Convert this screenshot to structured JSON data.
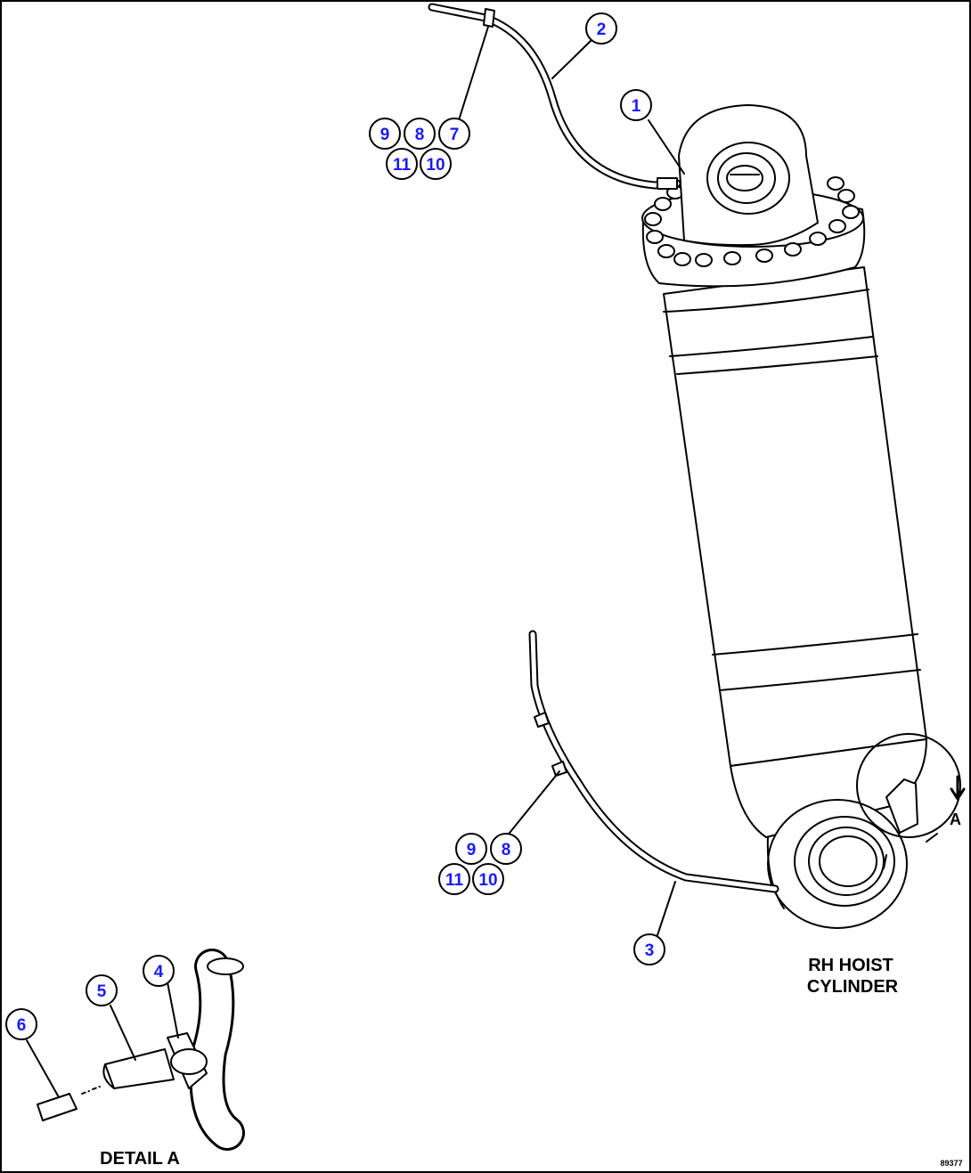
{
  "callouts": [
    {
      "id": "c1",
      "text": "1"
    },
    {
      "id": "c2",
      "text": "2"
    },
    {
      "id": "c3",
      "text": "3"
    },
    {
      "id": "c4",
      "text": "4"
    },
    {
      "id": "c5",
      "text": "5"
    },
    {
      "id": "c6",
      "text": "6"
    },
    {
      "id": "c7a",
      "text": "7"
    },
    {
      "id": "c8a",
      "text": "8"
    },
    {
      "id": "c9a",
      "text": "9"
    },
    {
      "id": "c10a",
      "text": "10"
    },
    {
      "id": "c11a",
      "text": "11"
    },
    {
      "id": "c8b",
      "text": "8"
    },
    {
      "id": "c9b",
      "text": "9"
    },
    {
      "id": "c10b",
      "text": "10"
    },
    {
      "id": "c11b",
      "text": "11"
    }
  ],
  "labels": {
    "cylinder_line1": "RH HOIST",
    "cylinder_line2": "CYLINDER",
    "detail": "DETAIL A",
    "view_marker": "A",
    "figure_id": "89377"
  }
}
